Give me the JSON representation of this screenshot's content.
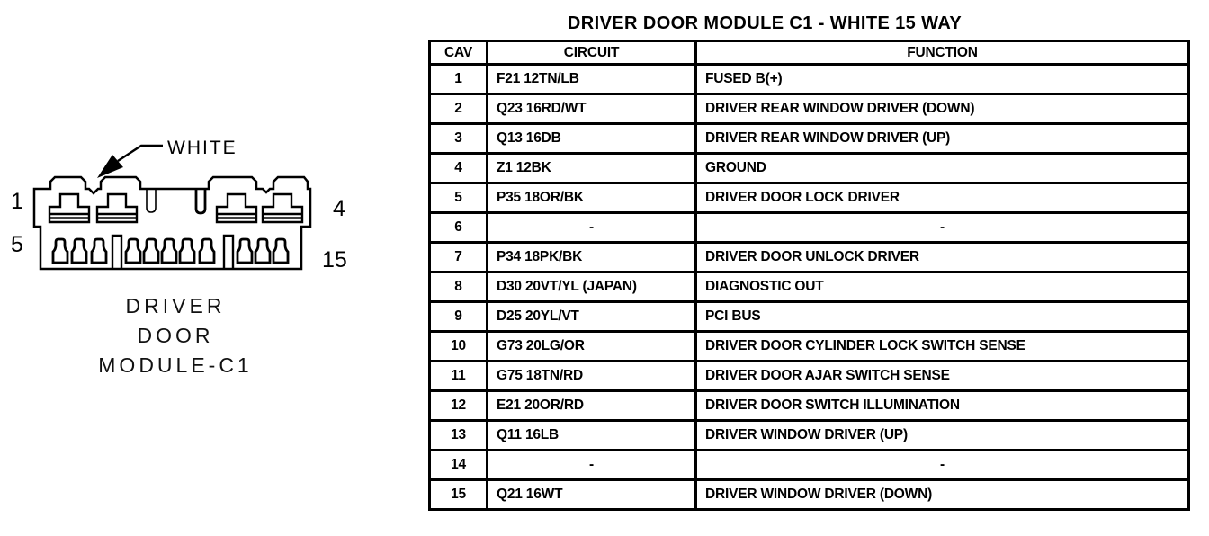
{
  "page": {
    "background": "#ffffff",
    "ink": "#000000"
  },
  "table": {
    "title": "DRIVER DOOR MODULE C1 - WHITE 15 WAY",
    "headers": [
      "CAV",
      "CIRCUIT",
      "FUNCTION"
    ],
    "rows": [
      {
        "cav": "1",
        "circuit": "F21 12TN/LB",
        "function": "FUSED B(+)"
      },
      {
        "cav": "2",
        "circuit": "Q23 16RD/WT",
        "function": "DRIVER REAR WINDOW DRIVER (DOWN)"
      },
      {
        "cav": "3",
        "circuit": "Q13 16DB",
        "function": "DRIVER REAR WINDOW DRIVER (UP)"
      },
      {
        "cav": "4",
        "circuit": "Z1 12BK",
        "function": "GROUND"
      },
      {
        "cav": "5",
        "circuit": "P35 18OR/BK",
        "function": "DRIVER DOOR LOCK DRIVER"
      },
      {
        "cav": "6",
        "circuit": "-",
        "function": "-"
      },
      {
        "cav": "7",
        "circuit": "P34 18PK/BK",
        "function": "DRIVER DOOR UNLOCK DRIVER"
      },
      {
        "cav": "8",
        "circuit": "D30 20VT/YL (JAPAN)",
        "function": "DIAGNOSTIC OUT"
      },
      {
        "cav": "9",
        "circuit": "D25 20YL/VT",
        "function": "PCI BUS"
      },
      {
        "cav": "10",
        "circuit": "G73 20LG/OR",
        "function": "DRIVER DOOR CYLINDER LOCK SWITCH SENSE"
      },
      {
        "cav": "11",
        "circuit": "G75 18TN/RD",
        "function": "DRIVER DOOR AJAR SWITCH SENSE"
      },
      {
        "cav": "12",
        "circuit": "E21 20OR/RD",
        "function": "DRIVER DOOR SWITCH ILLUMINATION"
      },
      {
        "cav": "13",
        "circuit": "Q11 16LB",
        "function": "DRIVER WINDOW DRIVER (UP)"
      },
      {
        "cav": "14",
        "circuit": "-",
        "function": "-"
      },
      {
        "cav": "15",
        "circuit": "Q21 16WT",
        "function": "DRIVER WINDOW DRIVER (DOWN)"
      }
    ]
  },
  "diagram": {
    "color_label": "WHITE",
    "caption_lines": [
      "DRIVER",
      "DOOR",
      "MODULE-C1"
    ],
    "pin_labels": {
      "top_left": "1",
      "top_right": "4",
      "bottom_left": "5",
      "bottom_right": "15"
    }
  }
}
